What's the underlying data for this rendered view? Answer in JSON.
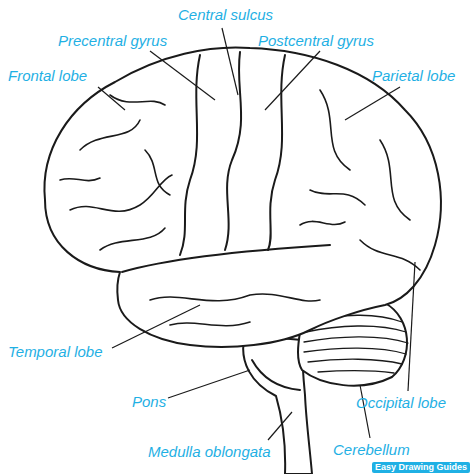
{
  "diagram": {
    "labels": [
      "Central sulcus",
      "Precentral gyrus",
      "Postcentral gyrus",
      "Frontal lobe",
      "Parietal lobe",
      "Temporal lobe",
      "Pons",
      "Occipital lobe",
      "Medulla oblongata",
      "Cerebellum",
      "Easy Drawing Guides"
    ]
  }
}
